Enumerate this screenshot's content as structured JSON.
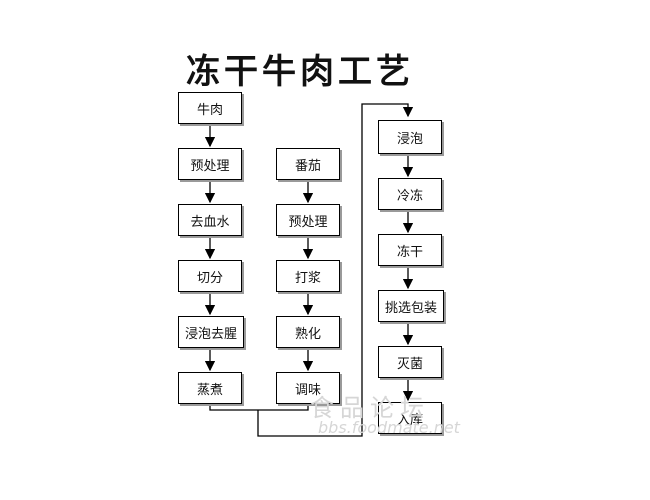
{
  "title": "冻干牛肉工艺",
  "column1": [
    "牛肉",
    "预处理",
    "去血水",
    "切分",
    "浸泡去腥",
    "蒸煮"
  ],
  "column2": [
    "番茄",
    "预处理",
    "打浆",
    "熟化",
    "调味"
  ],
  "column3": [
    "浸泡",
    "冷冻",
    "冻干",
    "挑选包装",
    "灭菌",
    "入库"
  ],
  "watermark": {
    "line1": "食品论坛",
    "line2": "bbs.foodmate.net"
  }
}
